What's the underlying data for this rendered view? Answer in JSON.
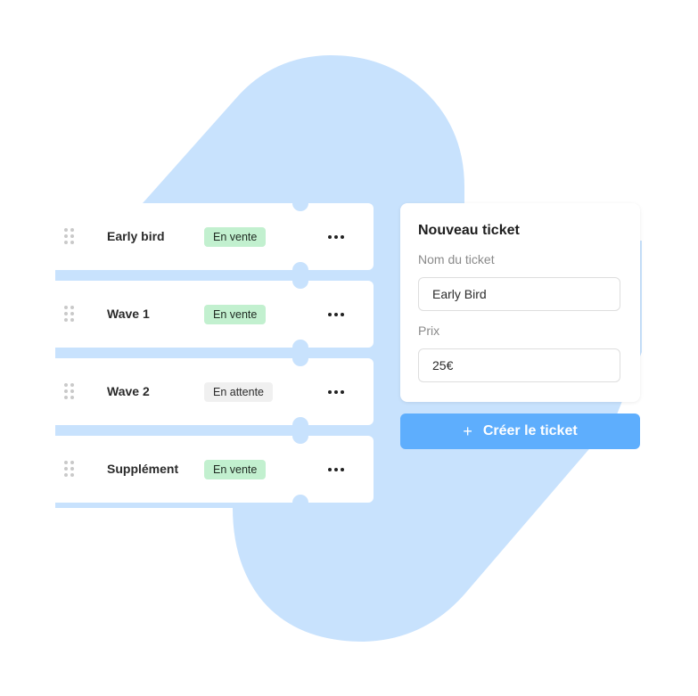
{
  "colors": {
    "background_shape": "#c8e2fd",
    "badge_on_sale": "#c2f0cf",
    "badge_waiting": "#f0f0f0",
    "primary_button": "#5eaefd"
  },
  "tickets": [
    {
      "name": "Early bird",
      "status": "En vente",
      "status_color": "green"
    },
    {
      "name": "Wave 1",
      "status": "En vente",
      "status_color": "green"
    },
    {
      "name": "Wave 2",
      "status": "En attente",
      "status_color": "grey"
    },
    {
      "name": "Supplément",
      "status": "En vente",
      "status_color": "green"
    }
  ],
  "form": {
    "title": "Nouveau ticket",
    "name_label": "Nom du ticket",
    "name_value": "Early Bird",
    "price_label": "Prix",
    "price_value": "25€",
    "submit_label": "Créer le ticket",
    "submit_icon": "plus-icon"
  }
}
